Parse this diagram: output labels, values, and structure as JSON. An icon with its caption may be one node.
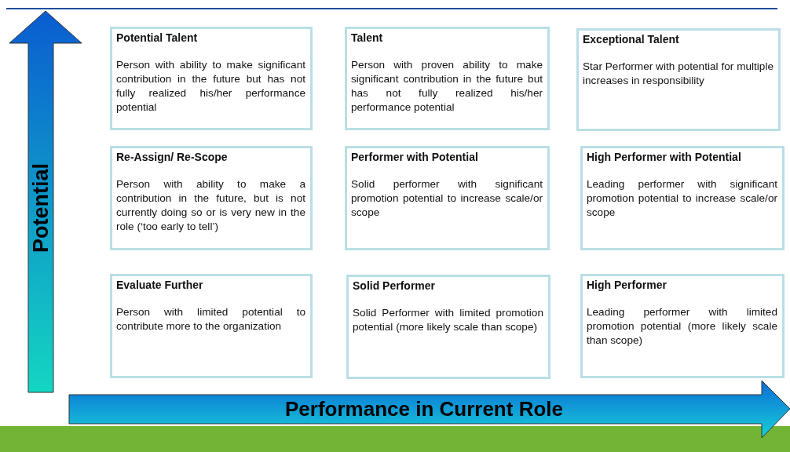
{
  "diagram": {
    "nodes": [
      {
        "text": [
          "Potential Talent",
          "Person with ability to make significant contribution in the future but has not fully realized his/her performance potential"
        ]
      },
      {
        "text": [
          "Talent",
          "Person with proven ability to make significant contribution in the future but has not fully realized his/her performance potential"
        ]
      },
      {
        "text": [
          "Exceptional Talent",
          "Star Performer with potential for multiple increases in responsibility"
        ]
      },
      {
        "text": [
          "Re-Assign/ Re-Scope",
          "Person with ability to make a contribution in the future, but is not currently doing so or is very new in the role (‘too early to tell’)"
        ]
      },
      {
        "text": [
          "Performer with Potential",
          "Solid performer with significant promotion potential to increase scale/or scope"
        ]
      },
      {
        "text": [
          "High Performer with Potential",
          "Leading performer with significant promotion potential to increase scale/or scope"
        ]
      },
      {
        "text": [
          "Evaluate Further",
          "Person with limited potential to contribute more to the organization"
        ]
      },
      {
        "text": [
          "Solid Performer",
          "Solid Performer with limited promotion potential (more likely scale than scope)"
        ]
      },
      {
        "text": [
          "High Performer",
          "Leading performer with limited promotion potential (more likely scale than scope)"
        ]
      }
    ],
    "labels": [
      "Potential",
      "Performance in Current Role"
    ]
  }
}
